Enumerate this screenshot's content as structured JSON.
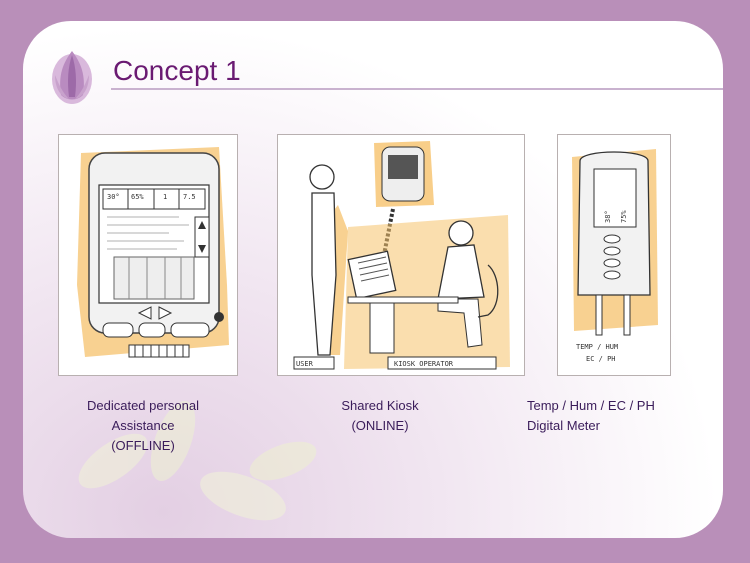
{
  "slide": {
    "title": "Concept 1"
  },
  "concepts": [
    {
      "caption_lines": [
        "Dedicated personal",
        "Assistance",
        "(OFFLINE)"
      ],
      "sketch_readings": [
        "30°",
        "65%",
        "1",
        "7.5"
      ]
    },
    {
      "caption_lines": [
        "Shared Kiosk",
        "(ONLINE)"
      ],
      "sketch_labels": [
        "USER",
        "KIOSK OPERATOR"
      ]
    },
    {
      "caption_lines": [
        "Temp / Hum / EC / PH",
        "Digital Meter"
      ],
      "sketch_labels": [
        "TEMP / HUM",
        "EC / PH"
      ],
      "sketch_readings": [
        "38°",
        "75%"
      ]
    }
  ],
  "colors": {
    "frame": "#b98fb9",
    "title": "#6a1a72",
    "caption": "#3a1c5a",
    "sketch_highlight": "#f3b457"
  }
}
